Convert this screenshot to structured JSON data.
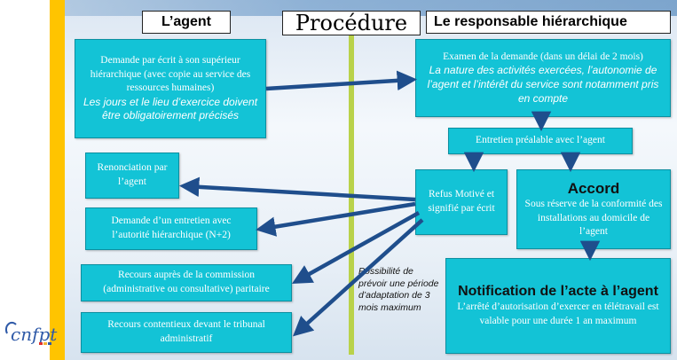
{
  "headers": {
    "agent": "L’agent",
    "procedure": "Procédure",
    "responsable": "Le responsable hiérarchique"
  },
  "boxes": {
    "demande": {
      "text": "Demande par écrit à son supérieur hiérarchique (avec copie au service des ressources humaines)",
      "italic": "Les jours et le lieu d’exercice doivent être obligatoirement précisés"
    },
    "examen": {
      "text": "Examen de la demande (dans un délai de 2 mois)",
      "italic": "La nature des activités exercées, l’autonomie de l’agent et l’intérêt du service sont notamment pris en compte"
    },
    "entretien": {
      "text": "Entretien préalable avec l’agent"
    },
    "refus": {
      "text": "Refus Motivé et signifié par écrit"
    },
    "accord": {
      "title": "Accord",
      "text": "Sous réserve de la conformité des installations au domicile de l’agent"
    },
    "renonciation": {
      "text": "Renonciation par l’agent"
    },
    "demande_entretien": {
      "text": "Demande d’un entretien avec l’autorité hiérarchique (N+2)"
    },
    "recours_commission": {
      "text": "Recours auprès de la commission (administrative ou consultative) paritaire"
    },
    "recours_contentieux": {
      "text": "Recours contentieux devant le tribunal administratif"
    },
    "notification": {
      "title": "Notification de l’acte à l’agent",
      "text": "L’arrêté d’autorisation d’exercer en télétravail est valable pour une durée 1 an maximum"
    }
  },
  "note": "Possibilité de prévoir une période d’adaptation de 3 mois maximum",
  "logo_text": "cnfpt",
  "colors": {
    "box": "#13c3d6",
    "arrow": "#1f4e8c",
    "divider": "#b9d24a",
    "strip": "#ffc400"
  }
}
